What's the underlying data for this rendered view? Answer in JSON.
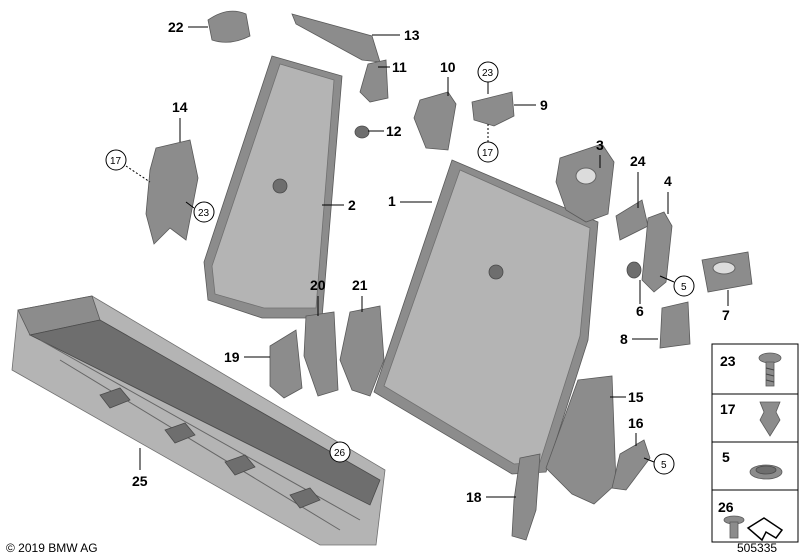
{
  "diagram": {
    "callouts": {
      "p1": "1",
      "p2": "2",
      "p3": "3",
      "p4": "4",
      "p6": "6",
      "p7": "7",
      "p8": "8",
      "p9": "9",
      "p10": "10",
      "p11": "11",
      "p12": "12",
      "p13": "13",
      "p14": "14",
      "p15": "15",
      "p16": "16",
      "p18": "18",
      "p19": "19",
      "p20": "20",
      "p21": "21",
      "p22": "22",
      "p24": "24",
      "p25": "25"
    },
    "circled": {
      "c17a": "17",
      "c17b": "17",
      "c23a": "23",
      "c23b": "23",
      "c5a": "5",
      "c5b": "5",
      "c26": "26"
    },
    "legend": {
      "l23": "23",
      "l17": "17",
      "l5": "5",
      "l26": "26"
    }
  },
  "footer": {
    "copyright": "© 2019 BMW AG",
    "diagram_id": "505335"
  }
}
